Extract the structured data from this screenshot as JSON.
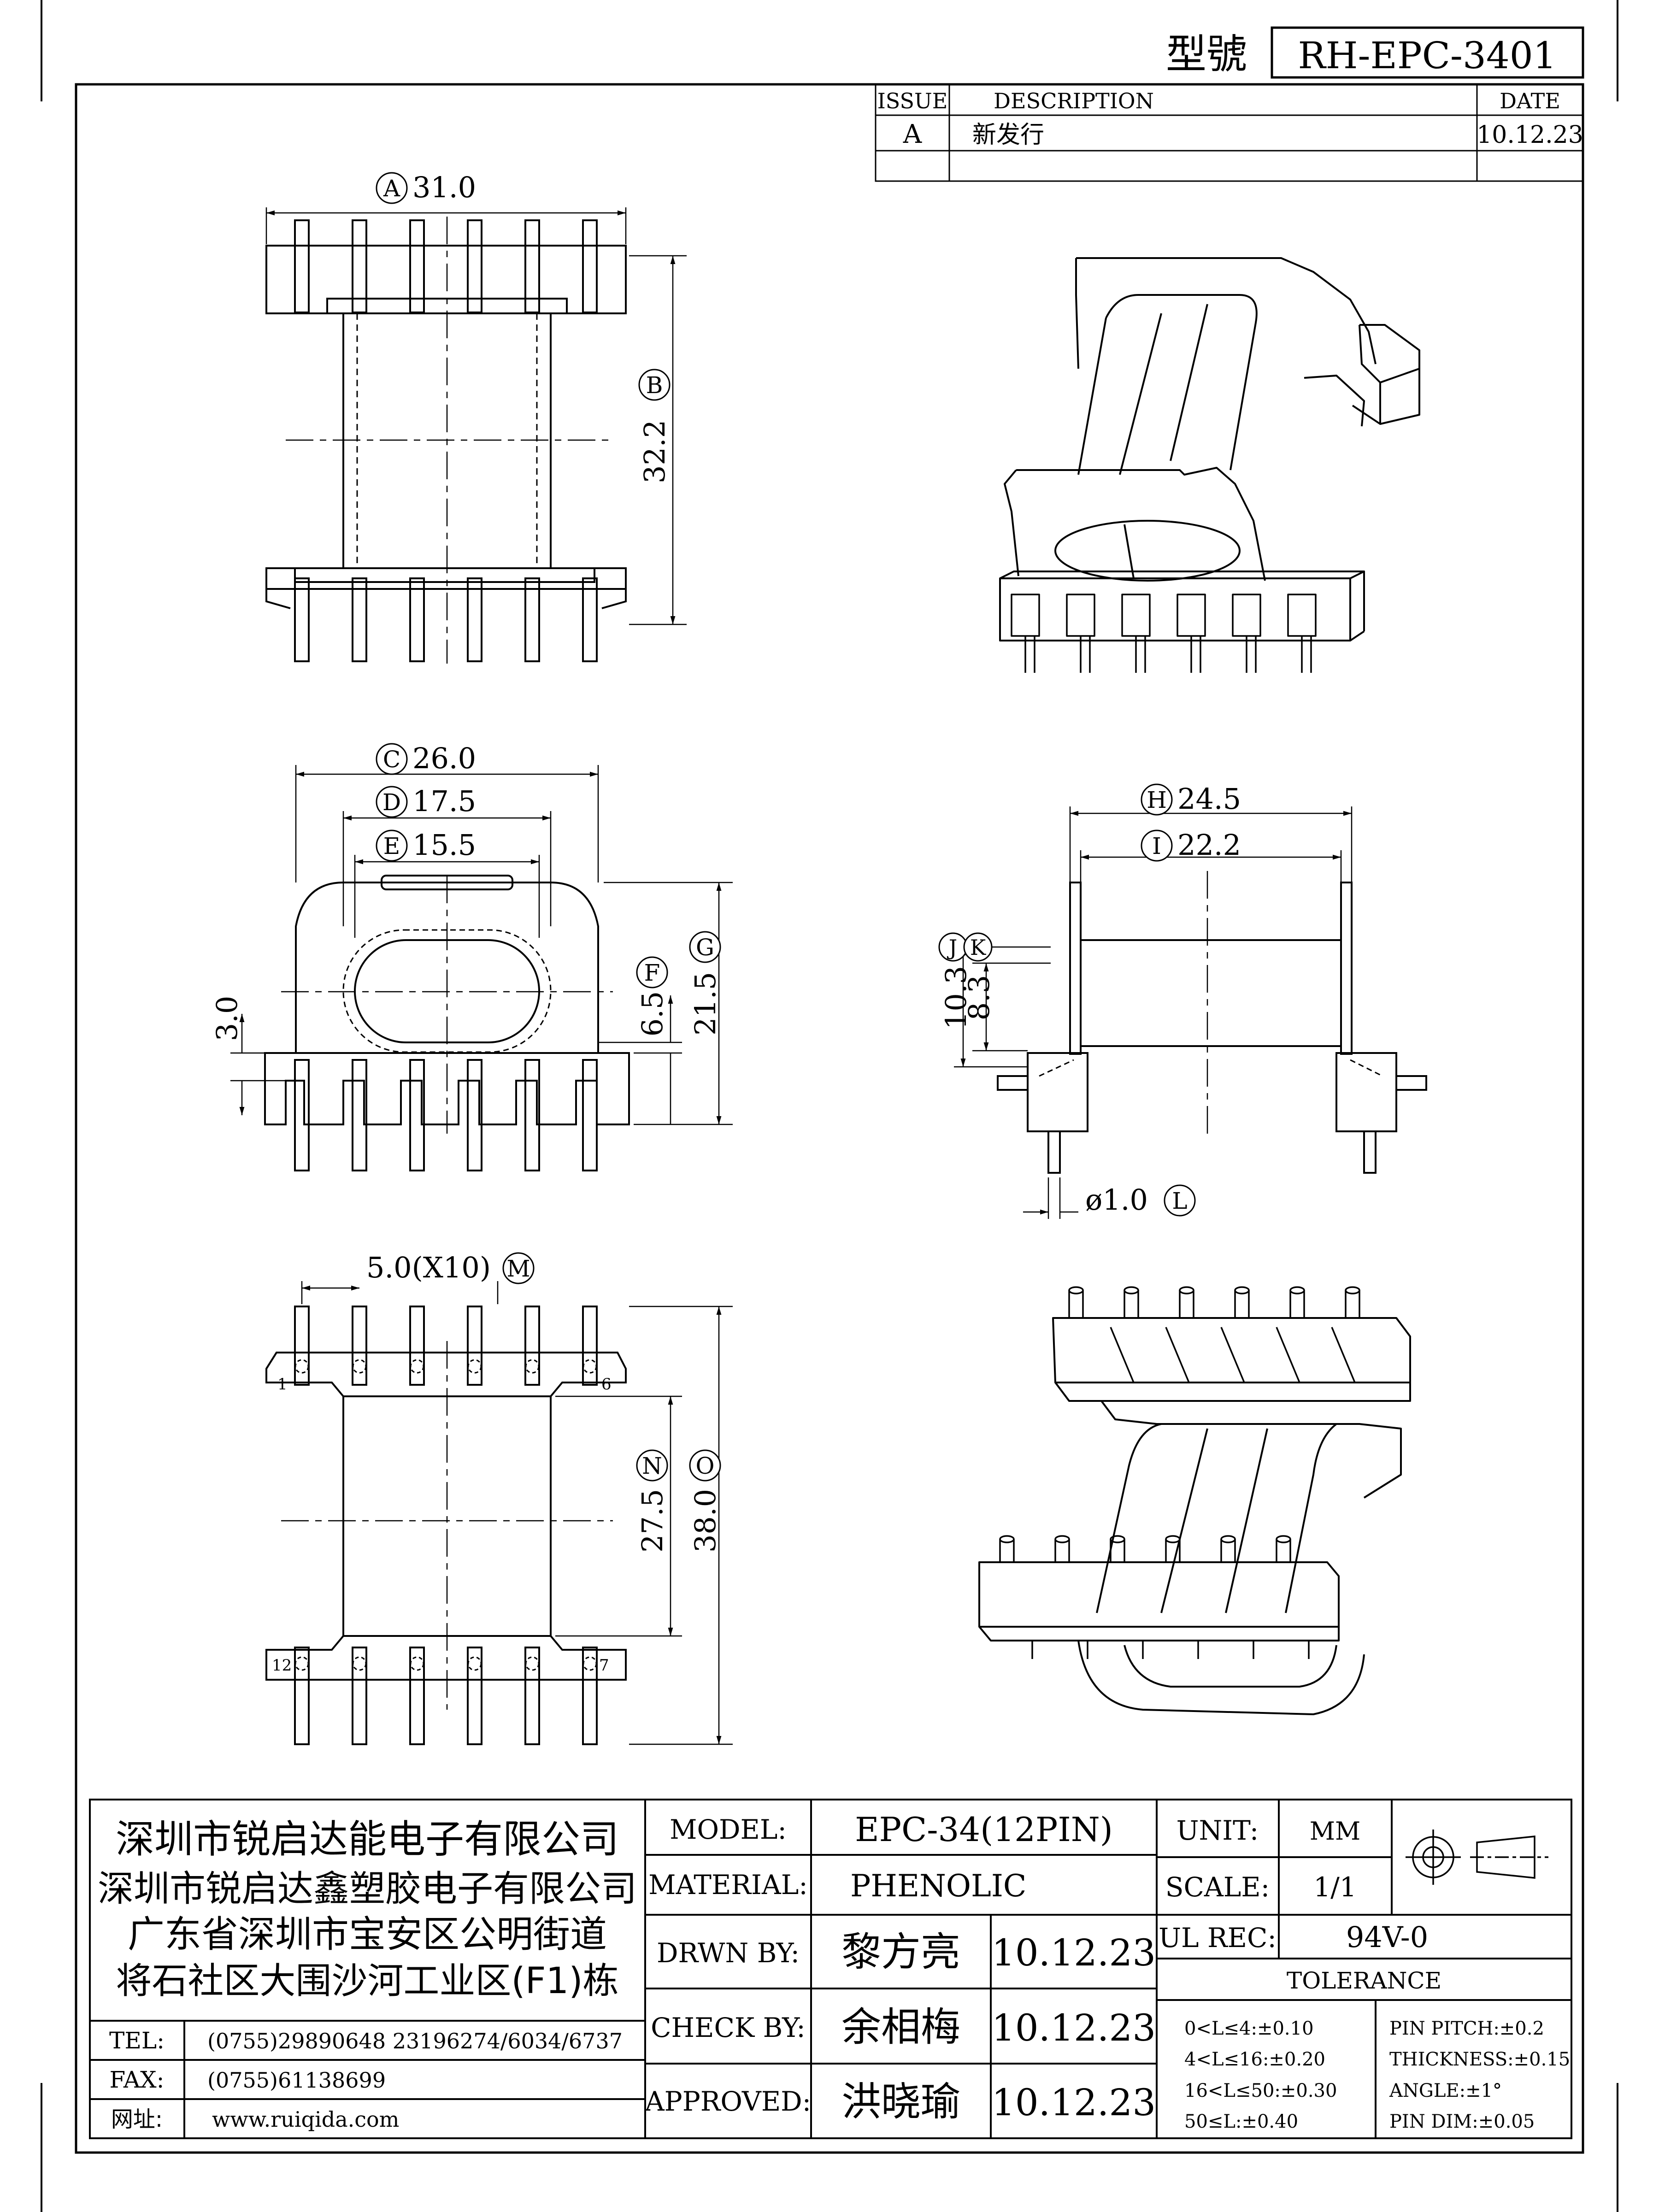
{
  "header": {
    "model_label": "型號",
    "model_no": "RH-EPC-3401"
  },
  "revision": {
    "col_issue": "ISSUE",
    "col_description": "DESCRIPTION",
    "col_date": "DATE",
    "rows": [
      {
        "issue": "A",
        "description": "新发行",
        "date": "10.12.23"
      }
    ]
  },
  "dims": {
    "A": {
      "letter": "A",
      "value": "31.0"
    },
    "B": {
      "letter": "B",
      "value": "32.2"
    },
    "C": {
      "letter": "C",
      "value": "26.0"
    },
    "D": {
      "letter": "D",
      "value": "17.5"
    },
    "E": {
      "letter": "E",
      "value": "15.5"
    },
    "F": {
      "letter": "F",
      "value": "6.5"
    },
    "G": {
      "letter": "G",
      "value": "21.5"
    },
    "H": {
      "letter": "H",
      "value": "24.5"
    },
    "I": {
      "letter": "I",
      "value": "22.2"
    },
    "J": {
      "letter": "J",
      "value": "10.3"
    },
    "K": {
      "letter": "K",
      "value": "8.3"
    },
    "L": {
      "letter": "L",
      "value": "ø1.0"
    },
    "M": {
      "letter": "M",
      "value": "5.0(X10)"
    },
    "N": {
      "letter": "N",
      "value": "27.5"
    },
    "O": {
      "letter": "O",
      "value": "38.0"
    },
    "height_3": "3.0"
  },
  "pin_labels": {
    "p1": "1",
    "p6": "6",
    "p7": "7",
    "p12": "12"
  },
  "company": {
    "lines": [
      "深圳市锐启达能电子有限公司",
      "深圳市锐启达鑫塑胶电子有限公司",
      "广东省深圳市宝安区公明街道",
      "将石社区大围沙河工业区(F1)栋"
    ],
    "tel_label": "TEL:",
    "tel_value": "(0755)29890648  23196274/6034/6737",
    "fax_label": "FAX:",
    "fax_value": "(0755)61138699",
    "web_label": "网址:",
    "web_value": "www.ruiqida.com"
  },
  "titleblock": {
    "model_label": "MODEL:",
    "model_value": "EPC-34(12PIN)",
    "material_label": "MATERIAL:",
    "material_value": "PHENOLIC",
    "drawn_label": "DRWN BY:",
    "drawn_name": "黎方亮",
    "drawn_date": "10.12.23",
    "check_label": "CHECK BY:",
    "check_name": "余相梅",
    "check_date": "10.12.23",
    "approved_label": "APPROVED:",
    "approved_name": "洪晓瑜",
    "approved_date": "10.12.23",
    "unit_label": "UNIT:",
    "unit_value": "MM",
    "scale_label": "SCALE:",
    "scale_value": "1/1",
    "ul_label": "UL REC:",
    "ul_value": "94V-0",
    "tolerance_title": "TOLERANCE",
    "tol_left": [
      "0<L≤4:±0.10",
      "4<L≤16:±0.20",
      "16<L≤50:±0.30",
      "50≤L:±0.40"
    ],
    "tol_right": [
      "PIN PITCH:±0.2",
      "THICKNESS:±0.15",
      "ANGLE:±1°",
      "PIN DIM:±0.05"
    ]
  }
}
